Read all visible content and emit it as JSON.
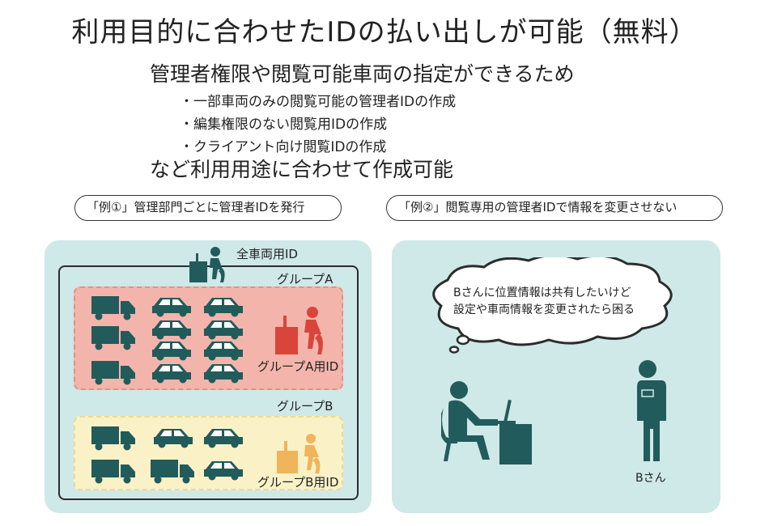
{
  "title": "利用目的に合わせたIDの払い出しが可能（無料）",
  "subtitle": "管理者権限や閲覧可能車両の指定ができるため",
  "bullets": [
    "・一部車両のみの閲覧可能の管理者IDの作成",
    "・編集権限のない閲覧用IDの作成",
    "・クライアント向け閲覧IDの作成"
  ],
  "closing": "など利用用途に合わせて作成可能",
  "example1": {
    "label": "「例①」管理部門ごとに管理者IDを発行",
    "all_vehicles_id": "全車両用ID",
    "group_a": "グループA",
    "group_a_id": "グループA用ID",
    "group_b": "グループB",
    "group_b_id": "グループB用ID"
  },
  "example2": {
    "label": "「例②」閲覧専用の管理者IDで情報を変更させない",
    "thought_line1": "Bさんに位置情報は共有したいけど",
    "thought_line2": "設定や車両情報を変更されたら困る",
    "person_b": "Bさん"
  },
  "colors": {
    "panel": "#cfe8e8",
    "icon_dark": "#225b5b",
    "group_a_fill": "#f3b5ab",
    "group_a_border": "#e78d87",
    "group_a_icon": "#d9453a",
    "group_b_fill": "#faf2c6",
    "group_b_border": "#f0d98c",
    "group_b_icon": "#f0b45a"
  }
}
